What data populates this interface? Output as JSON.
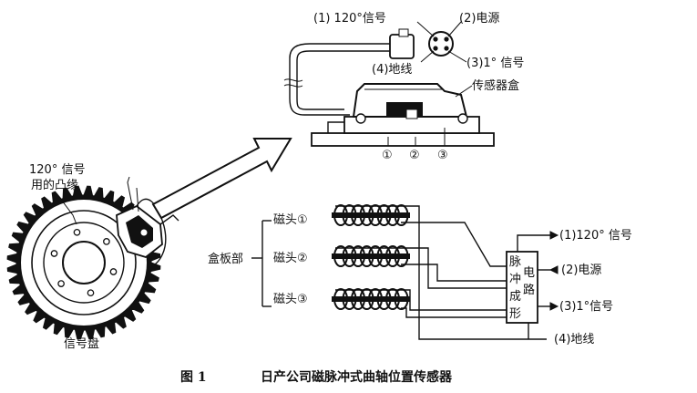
{
  "signal_plate": {
    "label": "信号盘",
    "cam_label_line1": "120° 信号",
    "cam_label_line2": "用的凸缘"
  },
  "connector": {
    "pin1_label": "(1) 120°信号",
    "pin2_label": "(2)电源",
    "pin3_label": "(3)1° 信号",
    "pin4_label": "(4)地线"
  },
  "sensor_box": {
    "label": "传感器盒",
    "marker1": "①",
    "marker2": "②",
    "marker3": "③"
  },
  "circuit": {
    "board_label": "盒板部",
    "head1_label": "磁头①",
    "head2_label": "磁头②",
    "head3_label": "磁头③",
    "shaping_chars": [
      "脉",
      "冲",
      "成",
      "形"
    ],
    "circuit_chars": [
      "电",
      "路"
    ],
    "out1_label": "(1)120° 信号",
    "out2_label": "(2)电源",
    "out3_label": "(3)1°信号",
    "out4_label": "(4)地线"
  },
  "caption": {
    "figure_number": "图 1",
    "title": "日产公司磁脉冲式曲轴位置传感器"
  }
}
